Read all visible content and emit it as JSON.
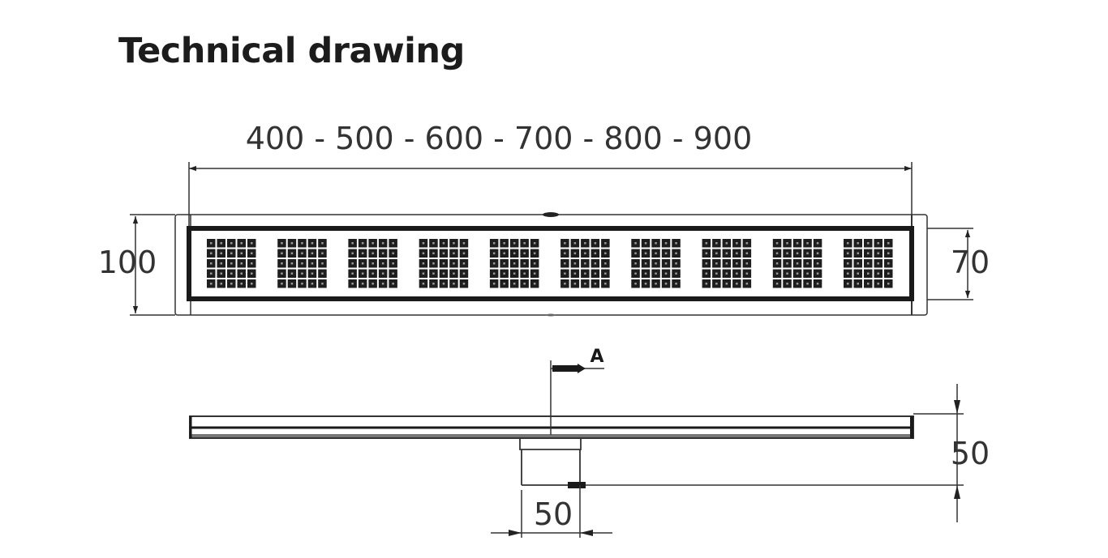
{
  "page": {
    "title": "Technical drawing"
  },
  "top_view": {
    "length_options_label": "400 - 500 - 600 - 700 - 800 - 900",
    "length_options": [
      400,
      500,
      600,
      700,
      800,
      900
    ],
    "height_outer_label": "100",
    "height_inner_label": "70",
    "grate_panel_count": 10,
    "grate_panel_grid": {
      "rows": 5,
      "cols": 5
    }
  },
  "side_view": {
    "section_marker_label": "A",
    "depth_label": "50",
    "outlet_width_label": "50"
  },
  "colors": {
    "line": "#1a1a1a",
    "thin_line": "#444444",
    "text": "#333333",
    "background": "#ffffff"
  }
}
